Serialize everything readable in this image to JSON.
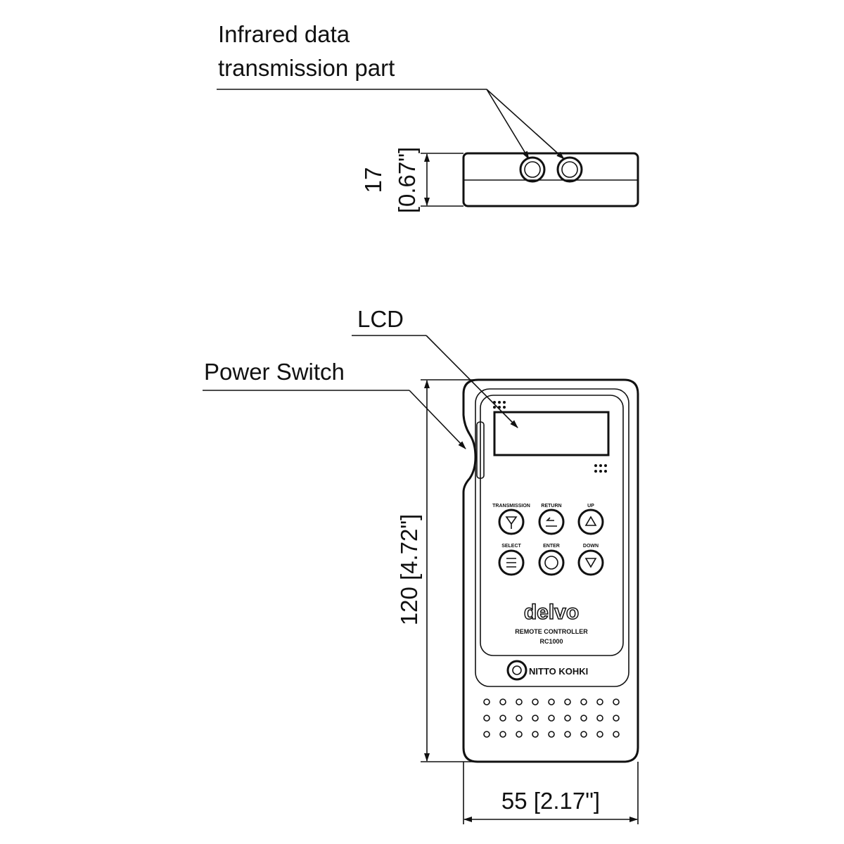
{
  "labels": {
    "infrared_line1": "Infrared data",
    "infrared_line2": "transmission part",
    "lcd": "LCD",
    "power_switch": "Power Switch"
  },
  "dimensions": {
    "height_mm": "17",
    "height_in": "[0.67\"]",
    "length": "120 [4.72\"]",
    "width": "55 [2.17\"]"
  },
  "device": {
    "buttons": [
      "TRANSMISSION",
      "RETURN",
      "UP",
      "SELECT",
      "ENTER",
      "DOWN"
    ],
    "brand": "delvo",
    "product": "REMOTE CONTROLLER",
    "model": "RC1000",
    "maker": "NITTO KOHKI"
  }
}
